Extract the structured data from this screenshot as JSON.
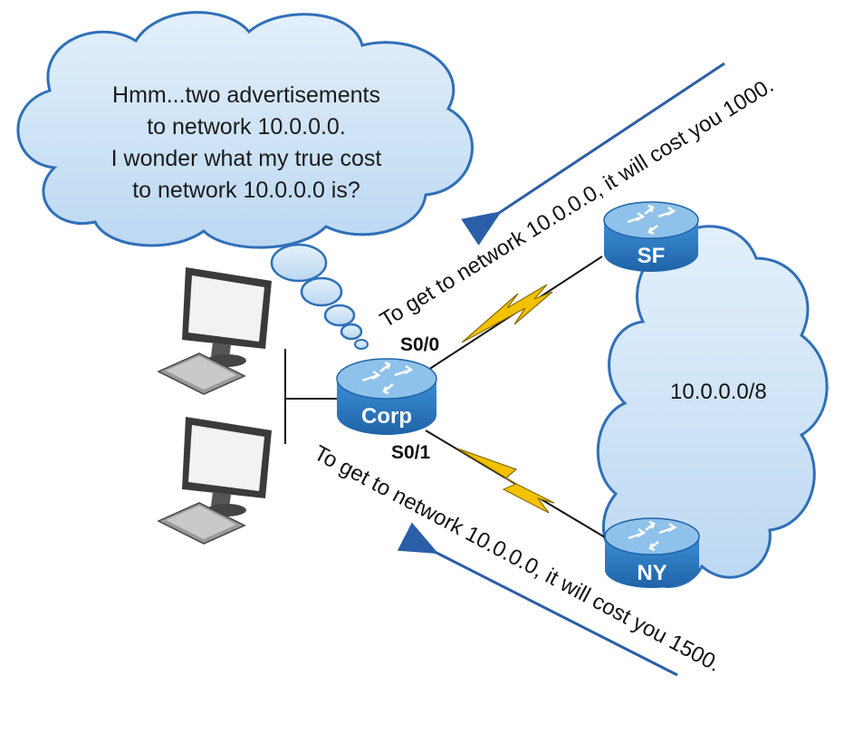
{
  "thought_bubble": {
    "lines": [
      "Hmm...two advertisements",
      "to network 10.0.0.0.",
      "I wonder what my true cost",
      "to network 10.0.0.0 is?"
    ]
  },
  "network": {
    "label": "10.0.0.0/8"
  },
  "routers": {
    "corp": "Corp",
    "sf": "SF",
    "ny": "NY"
  },
  "interfaces": {
    "s0_0": "S0/0",
    "s0_1": "S0/1"
  },
  "advertisements": {
    "from_sf": "To get to network 10.0.0.0, it will cost you 1000.",
    "from_ny": "To get to network 10.0.0.0, it will cost you 1500."
  },
  "colors": {
    "cloud_fill": "#cfe3f6",
    "cloud_stroke": "#2f6fb8",
    "router_top": "#8fc2ea",
    "router_body": "#2f7fc8",
    "serial_link": "#f2c200",
    "arrow": "#2a5ea8"
  }
}
